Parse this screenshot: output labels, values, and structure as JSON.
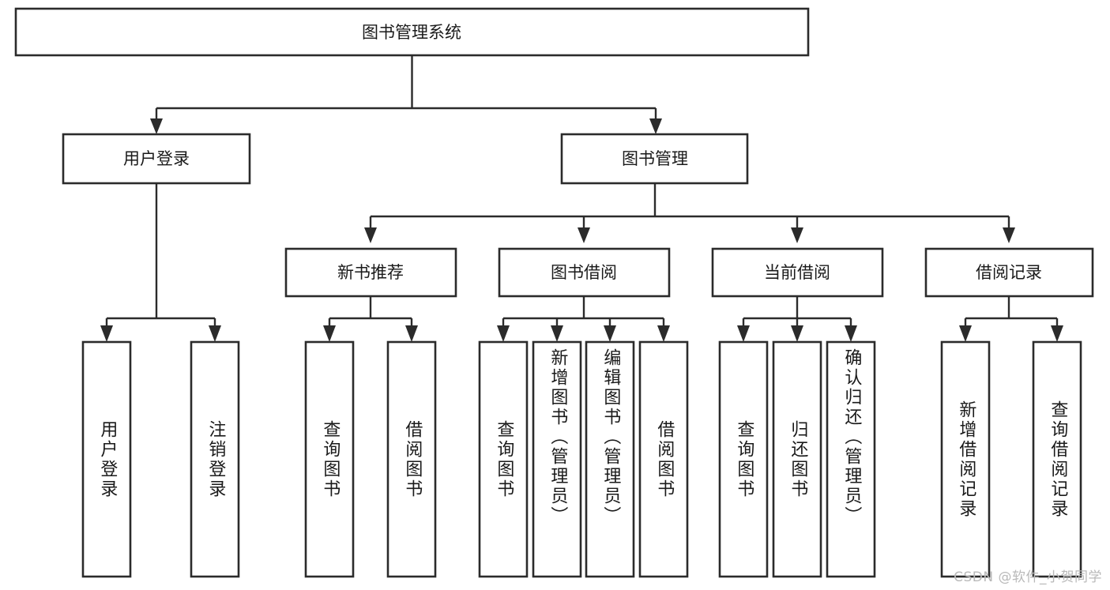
{
  "diagram": {
    "title": "图书管理系统",
    "type": "tree",
    "watermark": "CSDN @软件_小贺同学",
    "colors": {
      "box_stroke": "#2b2b2b",
      "box_fill": "#ffffff",
      "connector": "#2b2b2b",
      "text": "#1a1a1a",
      "watermark": "#b9b9b9",
      "background": "#ffffff"
    },
    "root": {
      "label": "图书管理系统"
    },
    "level1": [
      {
        "label": "用户登录"
      },
      {
        "label": "图书管理"
      }
    ],
    "level2": [
      {
        "label": "新书推荐"
      },
      {
        "label": "图书借阅"
      },
      {
        "label": "当前借阅"
      },
      {
        "label": "借阅记录"
      }
    ],
    "leaves": {
      "user_login": [
        "用户登录",
        "注销登录"
      ],
      "new_book_recommend": [
        "查询图书",
        "借阅图书"
      ],
      "book_borrow": [
        "查询图书",
        "新增图书（管理员）",
        "编辑图书（管理员）",
        "借阅图书"
      ],
      "current_borrow": [
        "查询图书",
        "归还图书",
        "确认归还（管理员）"
      ],
      "borrow_record": [
        "新增借阅记录",
        "查询借阅记录"
      ]
    }
  }
}
